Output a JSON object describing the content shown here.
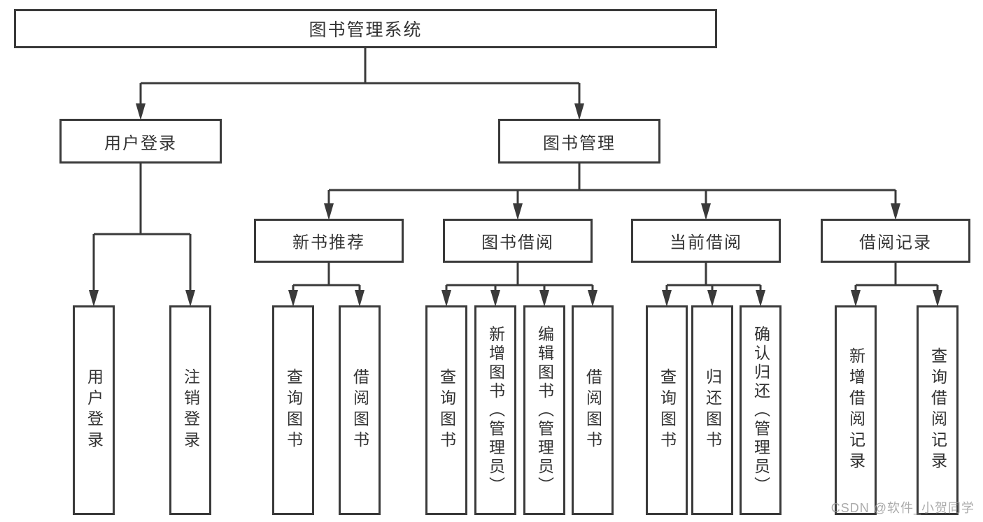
{
  "colors": {
    "line": "#3a3a3a",
    "box_border": "#3a3a3a",
    "text": "#333333",
    "background": "#ffffff",
    "watermark_text": "#969696"
  },
  "watermark": {
    "text": "CSDN @软件_小贺同学"
  },
  "tree": {
    "root": {
      "label": "图书管理系统"
    },
    "branches": [
      {
        "label": "用户登录",
        "children": [
          {
            "label": "用户登录"
          },
          {
            "label": "注销登录"
          }
        ]
      },
      {
        "label": "图书管理",
        "children": [
          {
            "label": "新书推荐",
            "children": [
              {
                "label": "查询图书"
              },
              {
                "label": "借阅图书"
              }
            ]
          },
          {
            "label": "图书借阅",
            "children": [
              {
                "label": "查询图书"
              },
              {
                "label": "新增图书（管理员）"
              },
              {
                "label": "编辑图书（管理员）"
              },
              {
                "label": "借阅图书"
              }
            ]
          },
          {
            "label": "当前借阅",
            "children": [
              {
                "label": "查询图书"
              },
              {
                "label": "归还图书"
              },
              {
                "label": "确认归还（管理员）"
              }
            ]
          },
          {
            "label": "借阅记录",
            "children": [
              {
                "label": "新增借阅记录"
              },
              {
                "label": "查询借阅记录"
              }
            ]
          }
        ]
      }
    ]
  }
}
